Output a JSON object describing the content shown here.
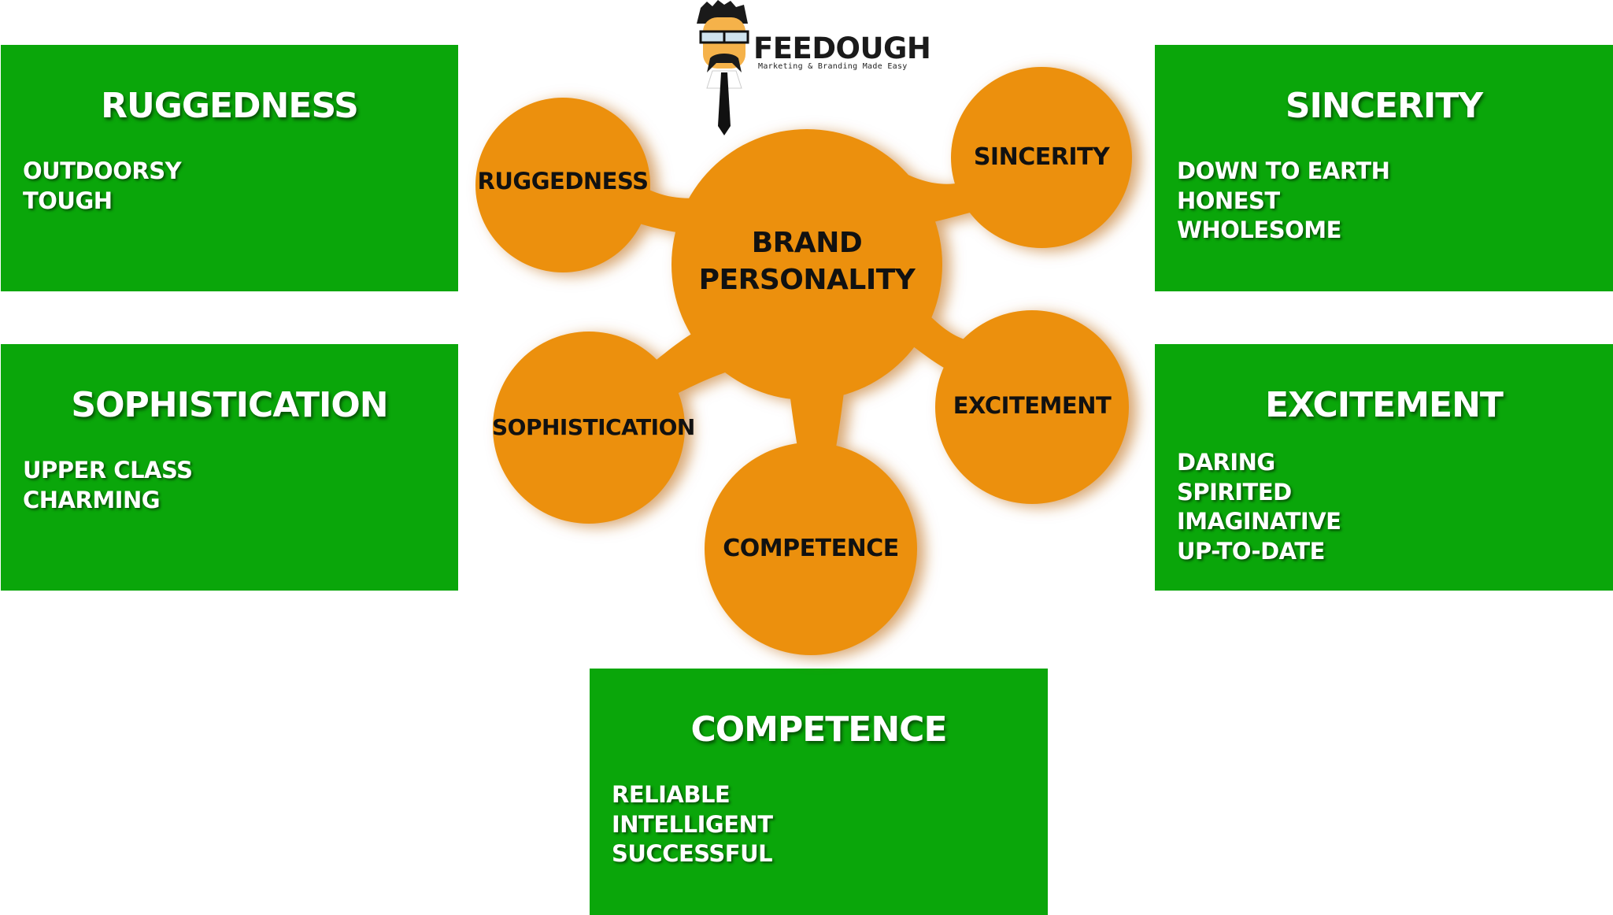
{
  "logo": {
    "brand": "FEEDOUGH",
    "tagline": "Marketing & Branding Made Easy"
  },
  "center": {
    "line1": "BRAND",
    "line2": "PERSONALITY"
  },
  "circles": {
    "ruggedness": "RUGGEDNESS",
    "sincerity": "SINCERITY",
    "sophistication": "SOPHISTICATION",
    "excitement": "EXCITEMENT",
    "competence": "COMPETENCE"
  },
  "boxes": {
    "ruggedness": {
      "title": "RUGGEDNESS",
      "items": [
        "OUTDOORSY",
        "TOUGH"
      ]
    },
    "sincerity": {
      "title": "SINCERITY",
      "items": [
        "DOWN TO EARTH",
        "HONEST",
        "WHOLESOME"
      ]
    },
    "sophistication": {
      "title": "SOPHISTICATION",
      "items": [
        "UPPER CLASS",
        "CHARMING"
      ]
    },
    "excitement": {
      "title": "EXCITEMENT",
      "items": [
        "DARING",
        "SPIRITED",
        "IMAGINATIVE",
        "UP-TO-DATE"
      ]
    },
    "competence": {
      "title": "COMPETENCE",
      "items": [
        "RELIABLE",
        "INTELLIGENT",
        "SUCCESSFUL"
      ]
    }
  },
  "colors": {
    "box_green": "#0aa60a",
    "circle_orange": "#ec900b",
    "text_white": "#ffffff",
    "text_dark": "#111111"
  }
}
